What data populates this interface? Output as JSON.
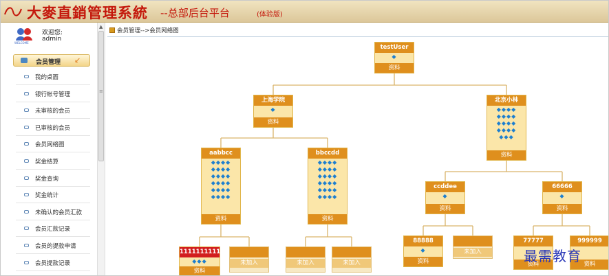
{
  "header": {
    "title_main": "大麥直銷管理系統",
    "title_sub": "--总部后台平台",
    "title_version": "(体验版)"
  },
  "welcome": {
    "greeting": "欢迎您:",
    "user": "admin",
    "logo_text": "WELCOME"
  },
  "sidebar": {
    "section_label": "会员管理",
    "items": [
      "我的桌面",
      "银行帐号管理",
      "未审核的会员",
      "已审核的会员",
      "会员网络图",
      "奖金结算",
      "奖金查询",
      "奖金统计",
      "未确认的会员汇款",
      "会员汇款记录",
      "会员的提款申请",
      "会员提款记录"
    ]
  },
  "breadcrumb": "会员管理-->会员网络图",
  "tree": {
    "detail_label": "资料",
    "empty_label": "未加入",
    "gem_icon": "diamond-icon",
    "nodes": [
      {
        "name": "testUser",
        "gems": 1
      },
      {
        "name": "上海学院",
        "gems": 1
      },
      {
        "name": "北京小林",
        "gems": 19
      },
      {
        "name": "aabbcc",
        "gems": 24
      },
      {
        "name": "bbccdd",
        "gems": 24
      },
      {
        "name": "ccddee",
        "gems": 1
      },
      {
        "name": "66666",
        "gems": 1
      },
      {
        "name": "11111111111",
        "gems": 3
      },
      {
        "name": "88888",
        "gems": 1
      },
      {
        "name": "77777",
        "gems": 0
      },
      {
        "name": "999999",
        "gems": 0
      }
    ]
  },
  "watermark": "最需教育",
  "colors": {
    "header_title": "#c4180c",
    "node_header": "#df8f1d",
    "node_body": "#fbe6a9",
    "highlight_node": "#d21e1e",
    "gem": "#1e7fcf"
  }
}
